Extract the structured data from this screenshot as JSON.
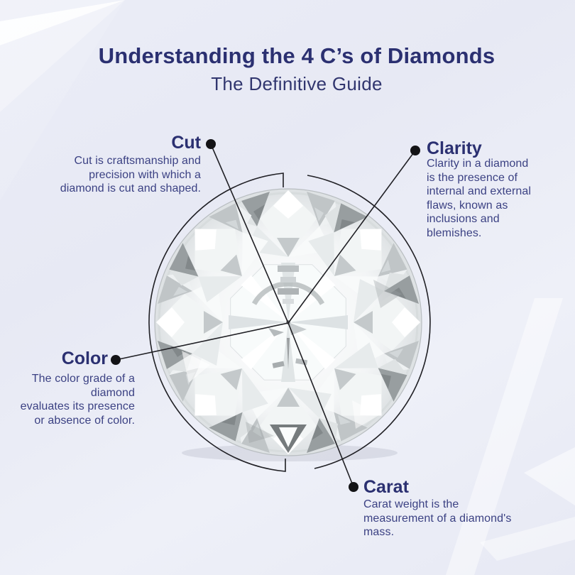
{
  "header": {
    "title": "Understanding the 4 C’s of Diamonds",
    "subtitle": "The Definitive Guide"
  },
  "callouts": {
    "cut": {
      "label": "Cut",
      "description": "Cut is craftsmanship and\nprecision with which a\ndiamond is cut and shaped."
    },
    "clarity": {
      "label": "Clarity",
      "description": "Clarity in a diamond\nis the presence of\ninternal and external\nflaws, known as\ninclusions and\nblemishes."
    },
    "color": {
      "label": "Color",
      "description": "The color grade of a\ndiamond\nevaluates its presence\nor absence of color."
    },
    "carat": {
      "label": "Carat",
      "description": "Carat weight is the\nmeasurement of a diamond's\nmass."
    }
  },
  "center_image": "top view of a round brilliant-cut diamond",
  "colors": {
    "heading_text": "#2b3071",
    "body_text": "#3b4183",
    "callout_line": "#202025",
    "callout_dot": "#131316",
    "background": "#e9ebf5"
  }
}
